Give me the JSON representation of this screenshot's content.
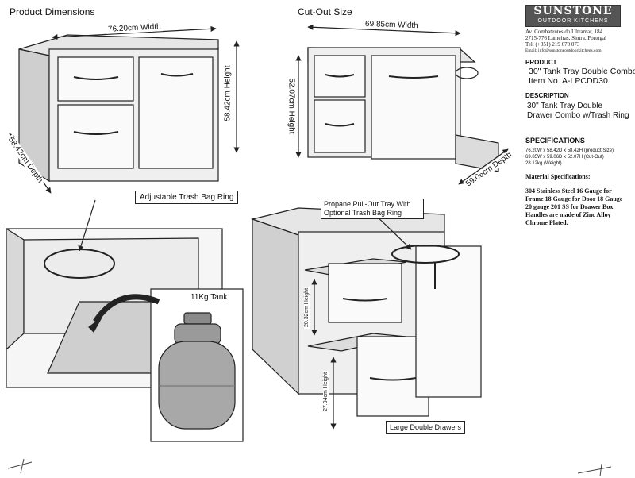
{
  "headings": {
    "product_dimensions": "Product Dimensions",
    "cut_out_size": "Cut-Out Size"
  },
  "dimensions": {
    "pd_width": "76.20cm Width",
    "pd_height": "58.42cm Height",
    "pd_depth": "58.42cm Depth",
    "co_width": "69.85cm Width",
    "co_height": "52.07cm Height",
    "co_depth": "59.06cm Depth",
    "drawer_upper_height": "20.32cm Height",
    "drawer_lower_height": "27.94cm Height"
  },
  "callouts": {
    "trash_ring": "Adjustable Trash Bag Ring",
    "tank": "11Kg Tank",
    "propane_tray": "Propane Pull-Out Tray With Optional Trash Bag Ring",
    "large_drawers": "Large Double Drawers"
  },
  "company": {
    "logo_name": "SUNSTONE",
    "logo_sub": "OUTDOOR KITCHENS",
    "address_1": "Av. Combatentes do Ultramar, 184",
    "address_2": "2715-776 Lameiras, Sintra, Portugal",
    "tel": "Tel: (+351) 219 670 073",
    "email": "Email: info@sunstoneoutdoorkitchens.com"
  },
  "product": {
    "product_heading": "PRODUCT",
    "product_name": "30\" Tank Tray Double Combo",
    "item_no": "Item No. A-LPCDD30",
    "description_heading": "DESCRIPTION",
    "description": "30\" Tank Tray Double Drawer Combo w/Trash Ring"
  },
  "specs": {
    "heading": "SPECIFICATIONS",
    "product_size": "76.20W x 58.42D x 58.42H (product Size)",
    "cut_out": "69.85W x 59.06D x 52.07H (Cut-Out)",
    "weight": "28.12kg (Weight)",
    "material_heading": "Material Specifications:",
    "material_text": "304 Stainless Steel 16 Gauge for Frame 18 Gauge for Door 18 Gauge 20 gauge 201 SS for Drawer Box Handles are made of Zinc Alloy Chrome Plated."
  },
  "colors": {
    "line": "#222222",
    "steel": "#d9d9d9",
    "tank": "#a8a8a8"
  }
}
